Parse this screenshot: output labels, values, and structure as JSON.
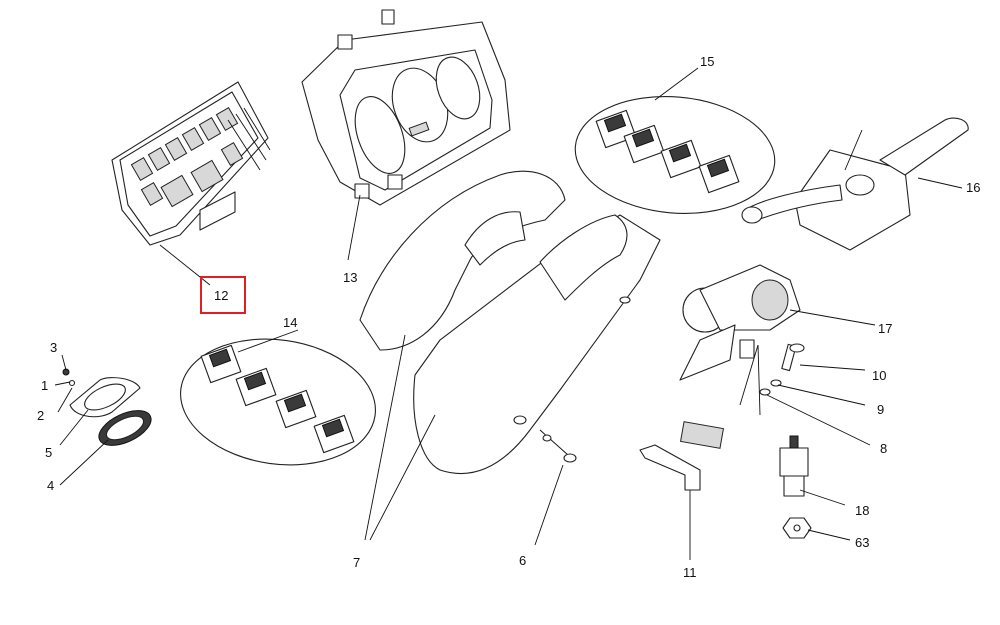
{
  "callouts": {
    "c1": "1",
    "c2": "2",
    "c3": "3",
    "c4": "4",
    "c5": "5",
    "c6": "6",
    "c7": "7",
    "c8": "8",
    "c9": "9",
    "c10": "10",
    "c11": "11",
    "c12": "12",
    "c13": "13",
    "c14": "14",
    "c15": "15",
    "c16": "16",
    "c17": "17",
    "c18": "18",
    "c63": "63"
  },
  "highlight": {
    "callout": "12",
    "color": "#e02020"
  }
}
